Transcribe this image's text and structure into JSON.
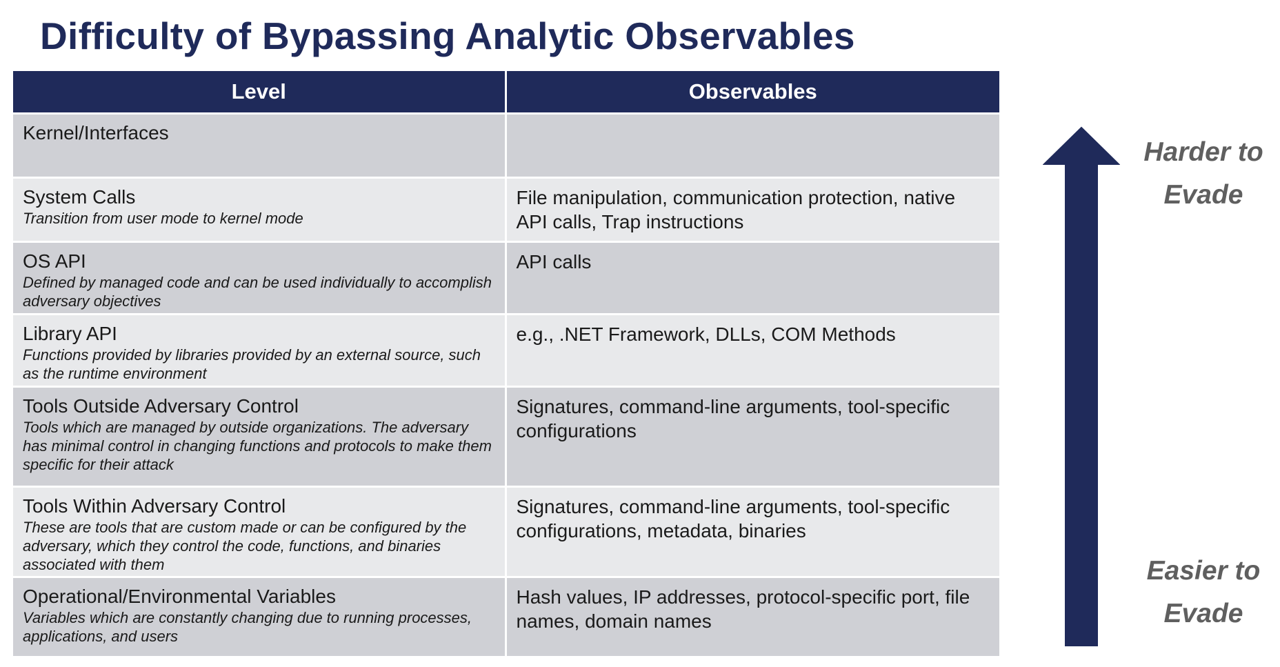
{
  "title": "Difficulty of Bypassing Analytic Observables",
  "table": {
    "headers": {
      "level": "Level",
      "observables": "Observables"
    },
    "rows": [
      {
        "level": "Kernel/Interfaces",
        "description": "",
        "observables": ""
      },
      {
        "level": "System Calls",
        "description": "Transition from user mode to kernel mode",
        "observables": "File manipulation, communication protection, native API calls, Trap instructions"
      },
      {
        "level": "OS API",
        "description": "Defined by managed code and can be used individually to accomplish adversary objectives",
        "observables": "API calls"
      },
      {
        "level": "Library API",
        "description": "Functions provided by libraries provided by an external source, such as the runtime environment",
        "observables": "e.g., .NET Framework, DLLs, COM Methods"
      },
      {
        "level": "Tools Outside Adversary Control",
        "description": "Tools which are managed by outside organizations. The adversary has minimal control in changing functions and protocols to make them specific for their attack",
        "observables": "Signatures, command-line arguments, tool-specific configurations"
      },
      {
        "level": "Tools Within Adversary Control",
        "description": "These are tools that are custom made or can be configured by the adversary, which they control the code, functions, and binaries associated with them",
        "observables": "Signatures, command-line arguments, tool-specific configurations, metadata, binaries"
      },
      {
        "level": "Operational/Environmental Variables",
        "description": "Variables which are constantly changing due to running processes, applications, and users",
        "observables": "Hash values, IP addresses, protocol-specific port, file names, domain names"
      }
    ]
  },
  "arrow": {
    "top_label_line1": "Harder to",
    "top_label_line2": "Evade",
    "bottom_label_line1": "Easier to",
    "bottom_label_line2": "Evade"
  },
  "colors": {
    "navy": "#1f2a5a",
    "row_dark": "#cfd0d5",
    "row_light": "#e8e9eb",
    "label_gray": "#5f5f5f"
  }
}
